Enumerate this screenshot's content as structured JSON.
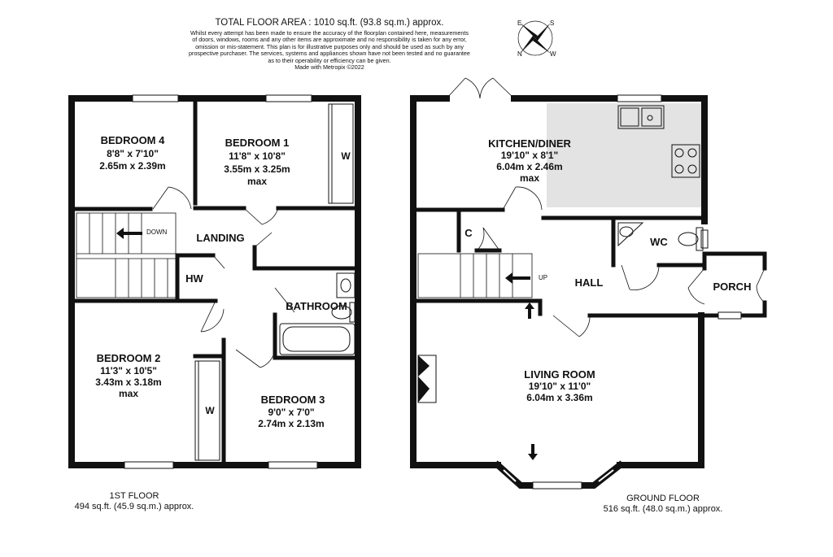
{
  "header": {
    "total_area": "TOTAL FLOOR AREA : 1010 sq.ft. (93.8 sq.m.) approx.",
    "disclaimer": [
      "Whilst every attempt has been made to ensure the accuracy of the floorplan contained here, measurements",
      "of doors, windows, rooms and any other items are approximate and no responsibility is taken for any error,",
      "omission or mis-statement. This plan is for illustrative purposes only and should be used as such by any",
      "prospective purchaser. The services, systems and appliances shown have not been tested and no guarantee",
      "as to their operability or efficiency can be given.",
      "Made with Metropix ©2022"
    ]
  },
  "compass": {
    "letters": [
      "S",
      "W",
      "N",
      "E"
    ]
  },
  "first_floor": {
    "caption": "1ST FLOOR",
    "area": "494 sq.ft. (45.9 sq.m.) approx.",
    "rooms": {
      "bedroom4": {
        "name": "BEDROOM 4",
        "imperial": "8'8\"  x 7'10\"",
        "metric": "2.65m  x 2.39m"
      },
      "bedroom1": {
        "name": "BEDROOM 1",
        "imperial": "11'8\"  x 10'8\"",
        "metric": "3.55m  x 3.25m",
        "note": "max"
      },
      "landing": {
        "name": "LANDING"
      },
      "hw": {
        "name": "HW"
      },
      "bathroom": {
        "name": "BATHROOM"
      },
      "bedroom2": {
        "name": "BEDROOM 2",
        "imperial": "11'3\"  x 10'5\"",
        "metric": "3.43m  x 3.18m",
        "note": "max"
      },
      "bedroom3": {
        "name": "BEDROOM 3",
        "imperial": "9'0\"  x 7'0\"",
        "metric": "2.74m  x 2.13m"
      }
    },
    "wardrobe_label": "W",
    "stair_label": "DOWN"
  },
  "ground_floor": {
    "caption": "GROUND FLOOR",
    "area": "516 sq.ft. (48.0 sq.m.) approx.",
    "rooms": {
      "kitchen": {
        "name": "KITCHEN/DINER",
        "imperial": "19'10\"  x 8'1\"",
        "metric": "6.04m  x 2.46m",
        "note": "max"
      },
      "cupboard": {
        "name": "C"
      },
      "wc": {
        "name": "WC"
      },
      "hall": {
        "name": "HALL"
      },
      "porch": {
        "name": "PORCH"
      },
      "living": {
        "name": "LIVING ROOM",
        "imperial": "19'10\"  x 11'0\"",
        "metric": "6.04m  x 3.36m"
      }
    },
    "stair_label": "UP"
  },
  "colors": {
    "wall": "#111111",
    "kitchen_fill": "#e3e3e3",
    "window": "#ffffff"
  }
}
